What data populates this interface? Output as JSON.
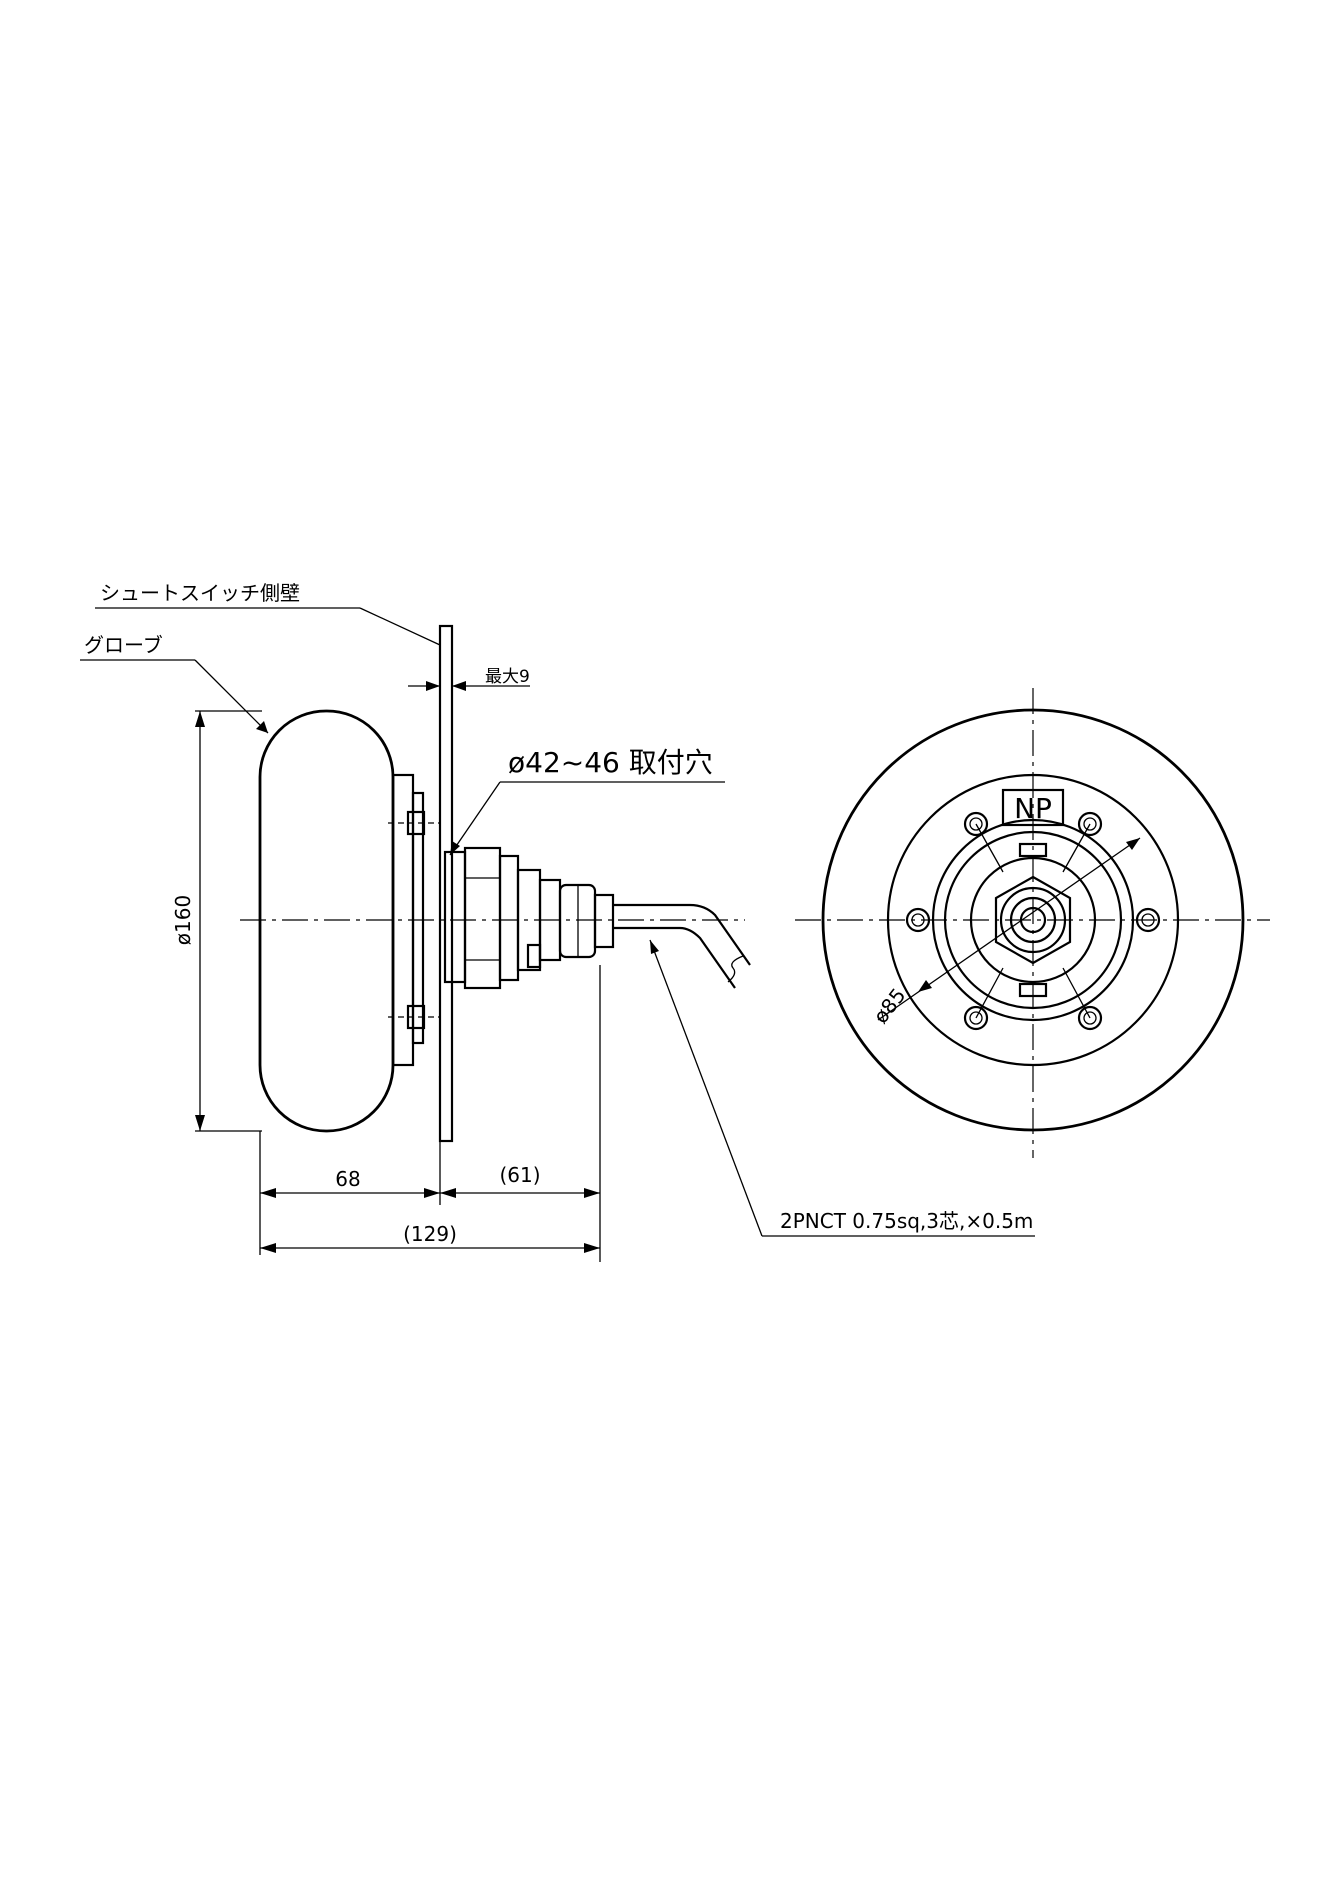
{
  "labels": {
    "chute_wall": "シュートスイッチ側壁",
    "globe": "グローブ",
    "max_thickness": "最大9",
    "mount_hole": "ø42~46 取付穴",
    "cable_spec": "2PNCT 0.75sq,3芯,×0.5m",
    "np_plate": "NP"
  },
  "dimensions": {
    "globe_diameter": "ø160",
    "depth_front": "68",
    "depth_rear": "(61)",
    "total_depth": "(129)",
    "pcd": "ø85"
  }
}
